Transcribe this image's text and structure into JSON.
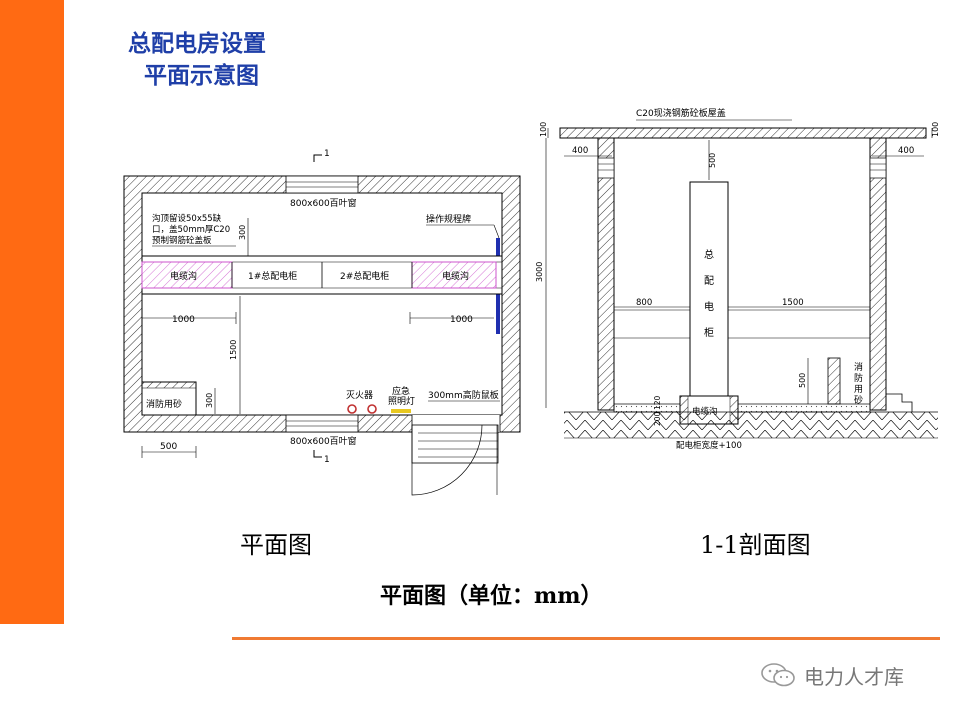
{
  "title": {
    "line1": "总配电房设置",
    "line2": "平面示意图"
  },
  "captions": {
    "plan": "平面图",
    "section": "1-1剖面图",
    "unit_note": "平面图（单位：mm）"
  },
  "brand": {
    "name": "电力人才库",
    "icon": "wechat-icon"
  },
  "colors": {
    "accent_bar": "#FF6A13",
    "title": "#1F3FA8",
    "cable_trench": "#CC55CC",
    "sign_board": "#1F2FB0"
  },
  "plan": {
    "section_mark_top": "1",
    "section_mark_bottom": "1",
    "window_top": "800x600百叶窗",
    "window_bottom": "800x600百叶窗",
    "trench_cover_note": [
      "沟顶留设50x55缺",
      "口，盖50mm厚C20",
      "预制钢筋砼盖板"
    ],
    "sign_board": "操作规程牌",
    "dim_300": "300",
    "trench_left": "电缆沟",
    "cabinet_1": "1#总配电柜",
    "cabinet_2": "2#总配电柜",
    "trench_right": "电缆沟",
    "dim_1000_left": "1000",
    "dim_1000_right": "1000",
    "dim_1500": "1500",
    "sand_box": "消防用砂",
    "dim_300_sand": "300",
    "extinguisher": "灭火器",
    "emergency_light": [
      "应急",
      "照明灯"
    ],
    "rat_board": "300mm高防鼠板",
    "dim_500": "500"
  },
  "section": {
    "roof_label": "C20现浇钢筋砼板屋盖",
    "dim_100_left": "100",
    "dim_100_right": "100",
    "dim_400_left": "400",
    "dim_400_right": "400",
    "dim_500_top": "500",
    "dim_3000": "3000",
    "cabinet_label": [
      "总",
      "配",
      "电",
      "柜"
    ],
    "dim_800": "800",
    "dim_1500": "1500",
    "sand_label": [
      "消",
      "防",
      "用",
      "砂"
    ],
    "dim_500_sand": "500",
    "dim_200": "200",
    "dim_120": "120",
    "trench_label": "电缆沟",
    "bottom_note": "配电柜宽度+100"
  }
}
